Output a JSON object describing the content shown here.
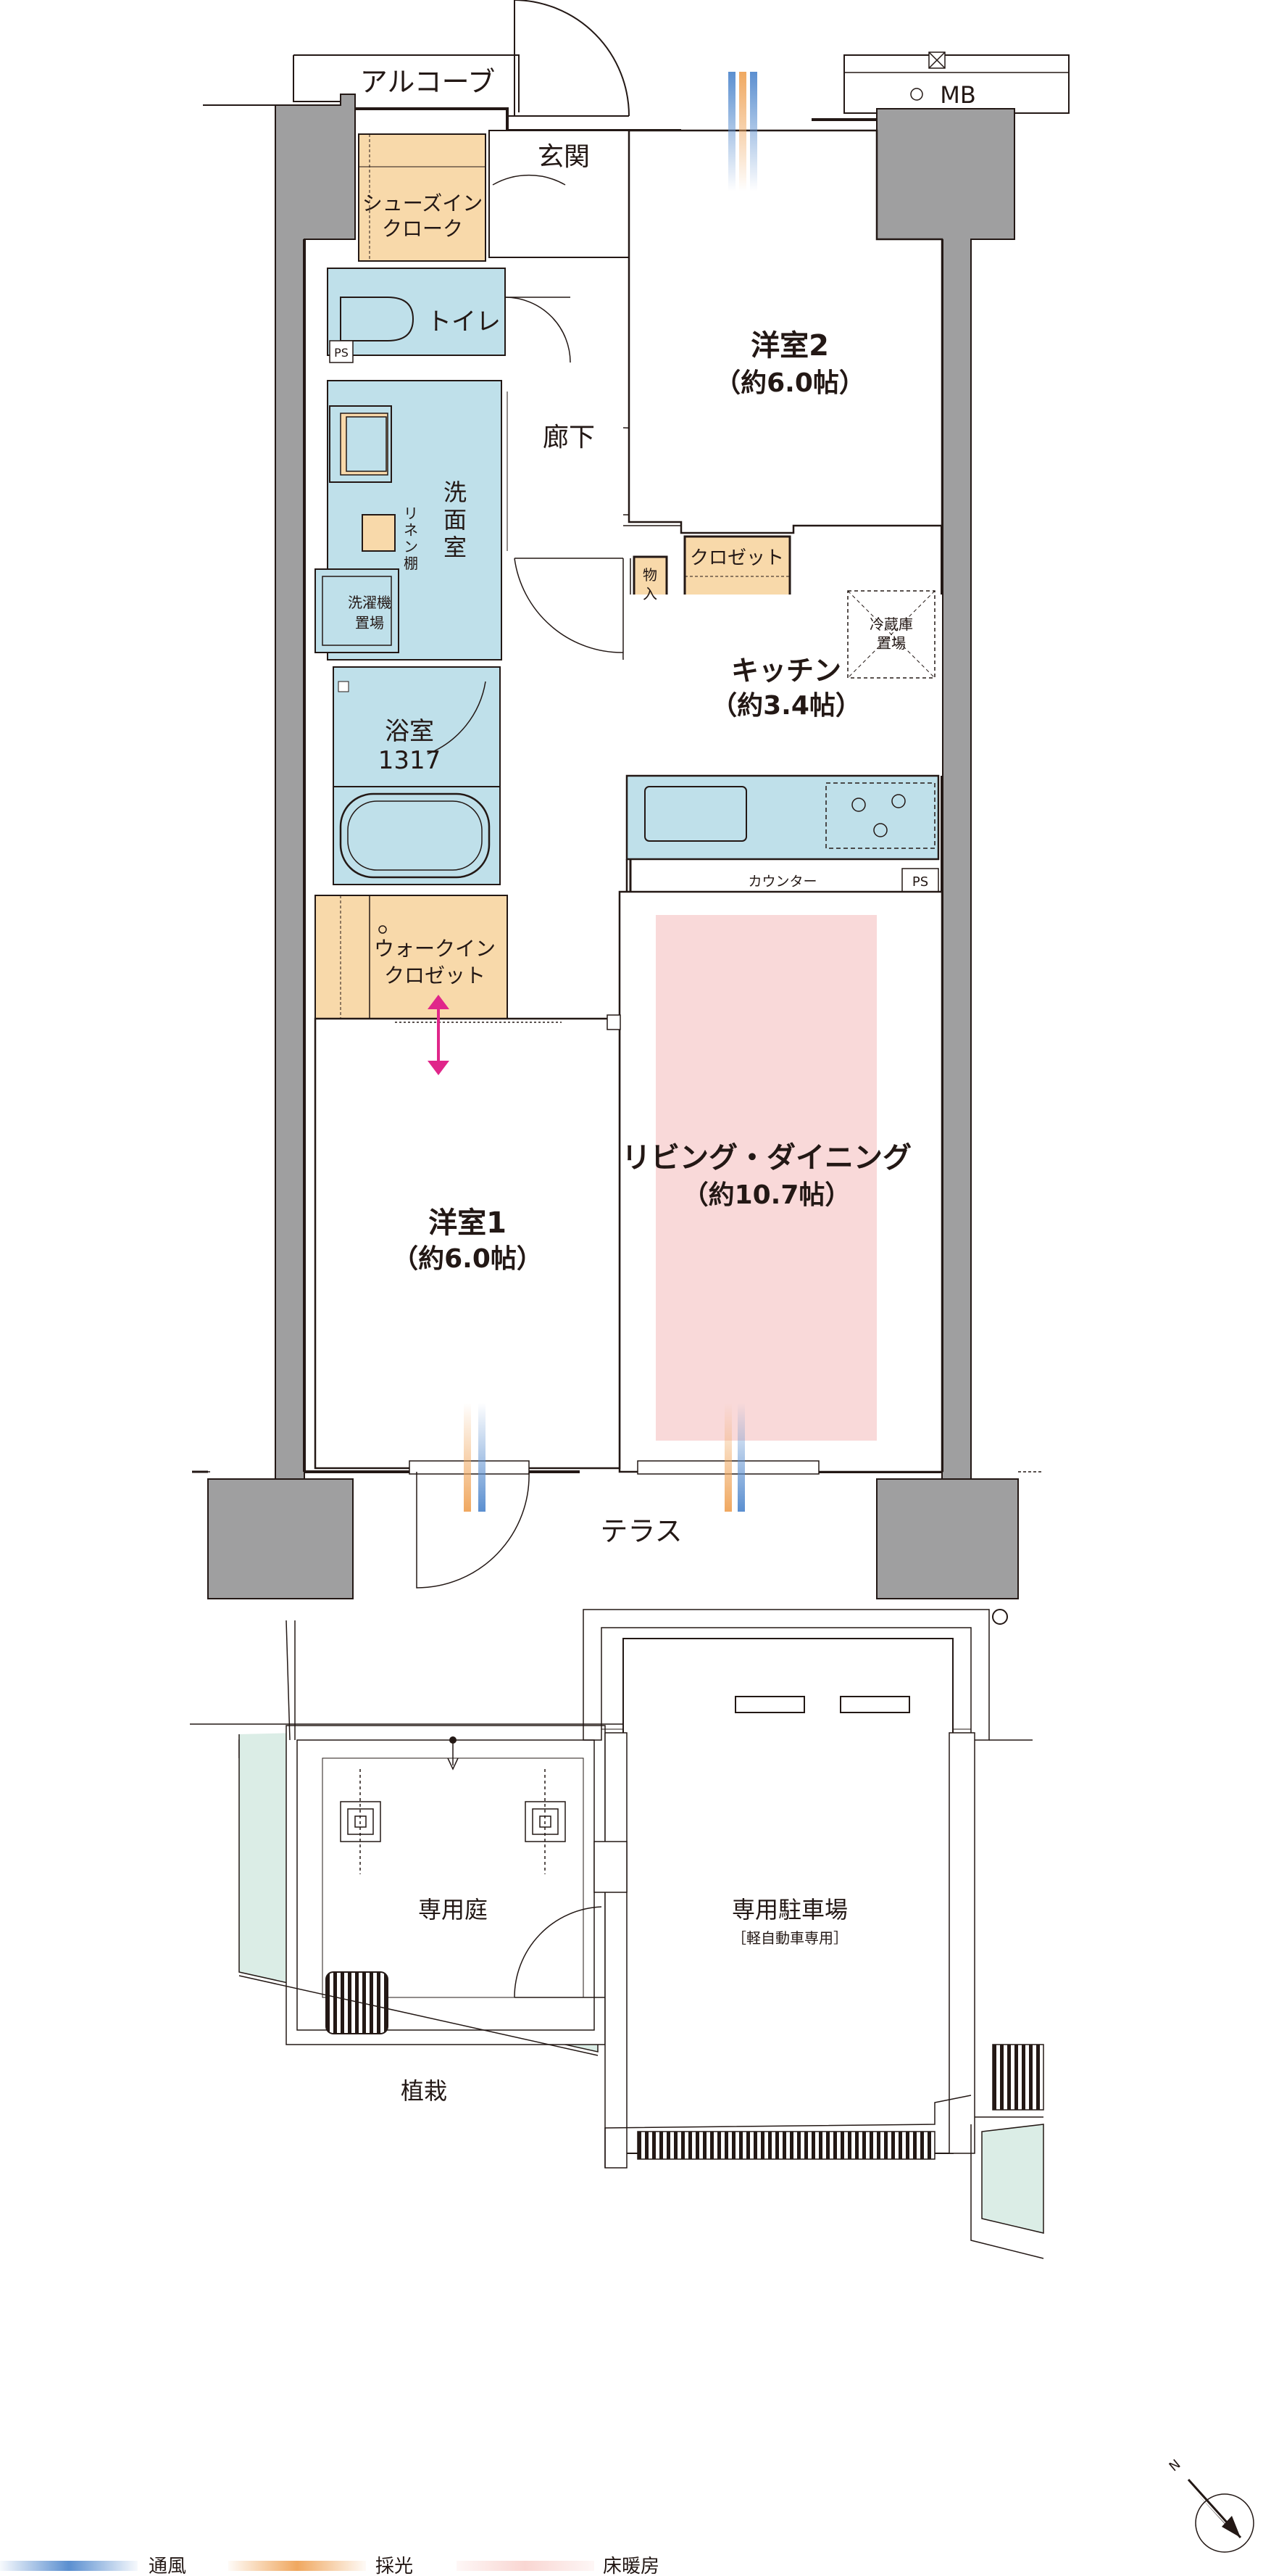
{
  "rooms": {
    "alcove": "アルコーブ",
    "mb": "MB",
    "genkan": "玄関",
    "shoes_in_closet": [
      "シューズイン",
      "クローク"
    ],
    "toilet": "トイレ",
    "ps_upper": "PS",
    "senmenshitsu": [
      "洗",
      "面",
      "室"
    ],
    "linen_shelf": [
      "リ",
      "ネ",
      "ン",
      "棚"
    ],
    "washer": [
      "洗濯機",
      "置場"
    ],
    "bath": [
      "浴室",
      "1317"
    ],
    "walk_in_closet": [
      "ウォークイン",
      "クロゼット"
    ],
    "roka": "廊下",
    "bedroom2": [
      "洋室2",
      "（約6.0帖）"
    ],
    "closet": "クロゼット",
    "storage": [
      "物",
      "入"
    ],
    "fridge": [
      "冷蔵庫",
      "置場"
    ],
    "kitchen": [
      "キッチン",
      "（約3.4帖）"
    ],
    "counter": "カウンター",
    "ps_kitchen": "PS",
    "living": [
      "リビング・ダイニング",
      "（約10.7帖）"
    ],
    "bedroom1": [
      "洋室1",
      "（約6.0帖）"
    ],
    "terrace": "テラス",
    "private_garden": "専用庭",
    "parking": "専用駐車場",
    "parking_note": "［軽自動車専用］",
    "planting": "植栽"
  },
  "compass": {
    "north": "N"
  },
  "legend": [
    {
      "label": "通風",
      "color": "#5b8fd0"
    },
    {
      "label": "採光",
      "color": "#f0a860"
    },
    {
      "label": "床暖房",
      "color": "#f9d6d2"
    }
  ],
  "colors": {
    "wall": "#9f9fa0",
    "closet": "#f8d9aa",
    "wet": "#bfe0ea",
    "floor_heat": "#f9d9d9",
    "planting": "#dbede6",
    "arrow": "#e0268a"
  }
}
